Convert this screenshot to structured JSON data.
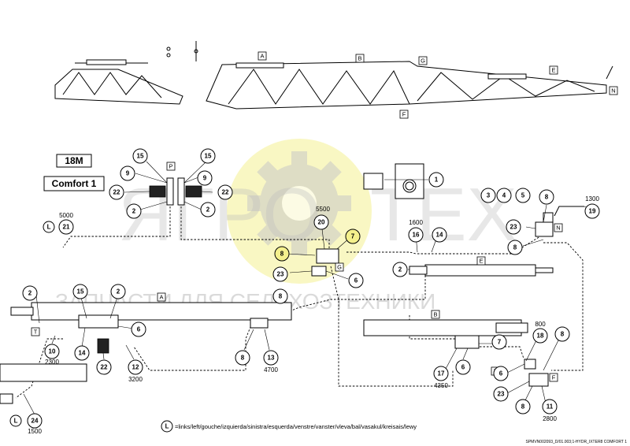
{
  "header": {
    "model": "18M",
    "variant": "Comfort 1"
  },
  "boom_labels": [
    "A",
    "B",
    "G",
    "E",
    "F",
    "N"
  ],
  "watermark": {
    "logo_left": "ЯГРО",
    "logo_right": "ТЕХ",
    "tagline": "ЗАПЧАСТИ ДЛЯ СЕЛЬХОЗТЕХНИКИ",
    "accent_color": "#f2ee7a",
    "gear_color": "#c8c8c8"
  },
  "section_labels": {
    "P": "P",
    "G": "G",
    "E": "E",
    "A": "A",
    "B": "B",
    "T_left": "T",
    "T_right": "T",
    "F": "F",
    "N": "N",
    "L": "L"
  },
  "bubbles": {
    "b15_left": "15",
    "b15_right": "15",
    "b9_left": "9",
    "b9_right": "9",
    "b22_left": "22",
    "b22_right": "22",
    "b2_left": "2",
    "b2_right": "2",
    "b21": "21",
    "b1": "1",
    "b20": "20",
    "b7": "7",
    "b8_hl": "8",
    "b23_mid": "23",
    "b6_mid": "6",
    "b8_mid": "8",
    "b16": "16",
    "b14_mid": "14",
    "b2_e": "2",
    "b3": "3",
    "b4": "4",
    "b5": "5",
    "b8_top": "8",
    "b19": "19",
    "b23_right": "23",
    "b8_right": "8",
    "b2_a1": "2",
    "b15_a": "15",
    "b2_a2": "2",
    "b6_a": "6",
    "b10": "10",
    "b14_a": "14",
    "b22_a": "22",
    "b12": "12",
    "b8_a": "8",
    "b13": "13",
    "b24": "24",
    "b7_b": "7",
    "b17": "17",
    "b6_b": "6",
    "b18": "18",
    "b8_f": "8",
    "b6_f": "6",
    "b23_f": "23",
    "b8_f2": "8",
    "b11": "11"
  },
  "quantities": {
    "q5000": "5000",
    "q5500": "5500",
    "q1600": "1600",
    "q1300": "1300",
    "q2300": "2300",
    "q3200": "3200",
    "q4700": "4700",
    "q4350": "4350",
    "q800": "800",
    "q2800": "2800",
    "q1500": "1500"
  },
  "legend": {
    "symbol": "L",
    "text": "=links/left/gouche/izquierda/sinistra/esquerda/venstre/vanster/vleva/bal/vasakul/kreisais/lewy"
  },
  "footer": {
    "code": "SPMVN002093_D/01.003;1-HYDR_IXTER8 COMFORT 1"
  }
}
